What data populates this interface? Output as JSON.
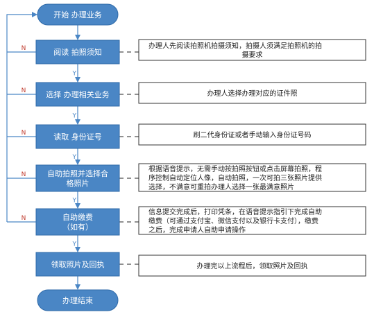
{
  "colors": {
    "step_fill": "#4a86c5",
    "step_stroke": "#2f6aa8",
    "terminal_fill": "#4a86c5",
    "arrow": "#4a86c5",
    "no_label": "#c0392b",
    "yes_label": "#4a86c5",
    "connector": "#222222",
    "note_border": "#333333"
  },
  "start": {
    "label": "开始 办理业务"
  },
  "end": {
    "label": "办理结束"
  },
  "steps": [
    {
      "label": [
        "阅读 拍照须知"
      ],
      "yes": "Y",
      "no": "N",
      "note": [
        "办理人先阅读拍照机拍摄须知，拍摄人须满足拍照机的拍",
        "摄要求"
      ]
    },
    {
      "label": [
        "选择 办理相关业务"
      ],
      "yes": "Y",
      "no": "N",
      "note": [
        "办理人选择办理对应的证件照"
      ]
    },
    {
      "label": [
        "读取 身份证号"
      ],
      "yes": "Y",
      "no": "N",
      "note": [
        "刷二代身份证或者手动输入身份证号码"
      ]
    },
    {
      "label": [
        "自助拍照并选择合",
        "格照片"
      ],
      "yes": "Y",
      "no": "N",
      "note": [
        "根据语音提示，无需手动按拍照按钮或点击屏幕拍照，程",
        "序控制自动定位人像，自动拍照，一次可拍三张照片提供",
        "选择，不满意可重拍办理人选择一张最满意照片"
      ]
    },
    {
      "label": [
        "自助缴费",
        "（如有）"
      ],
      "yes": "Y",
      "no": "N",
      "note": [
        "信息提交完成后，打印凭条，在语音提示指引下完成自助",
        "缴费（可通过支付宝、微信支付以及银行卡支付），缴费",
        "之后，完成申请人自助申请操作"
      ]
    },
    {
      "label": [
        "领取照片及回执"
      ],
      "note": [
        "办理完以上流程后，领取照片及回执"
      ]
    }
  ]
}
